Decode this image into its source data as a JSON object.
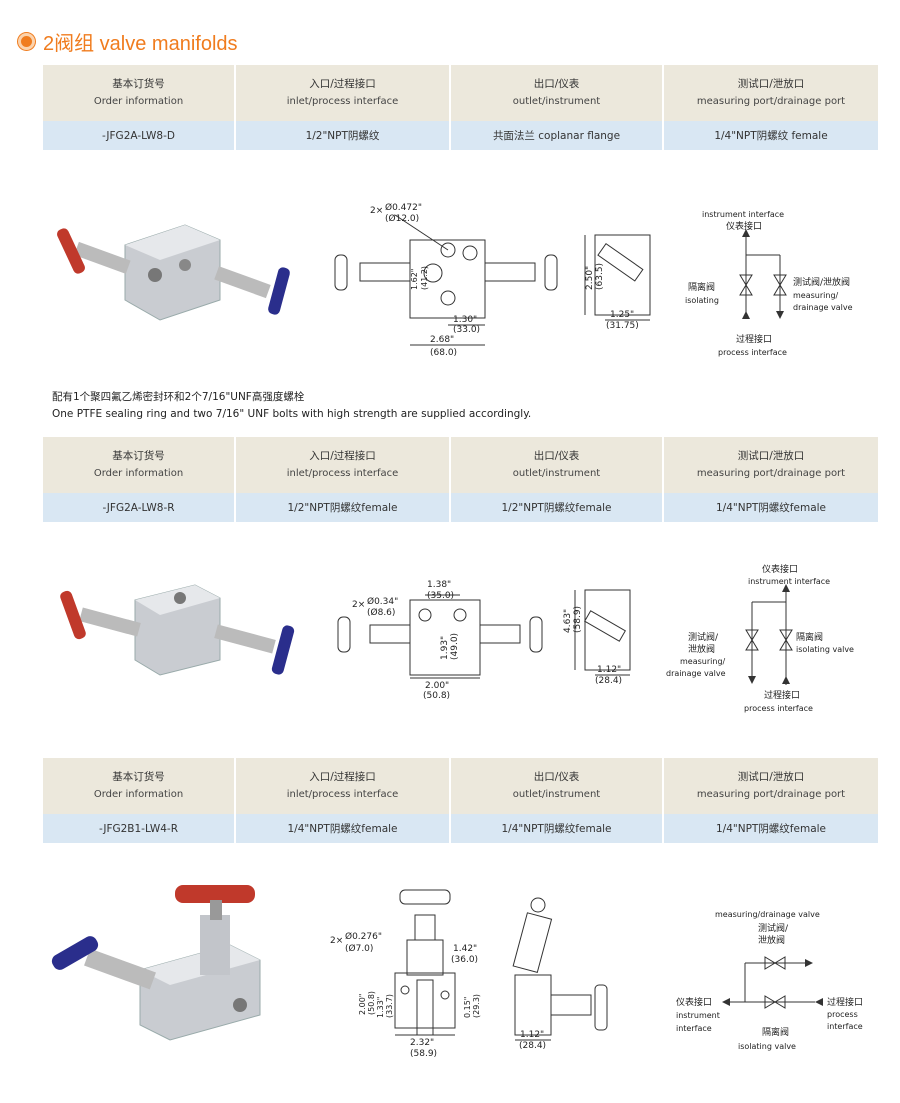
{
  "title": "2阀组  valve manifolds",
  "headers": {
    "order": {
      "cn": "基本订货号",
      "en": "Order information"
    },
    "inlet": {
      "cn": "入口/过程接口",
      "en": "inlet/process interface"
    },
    "outlet": {
      "cn": "出口/仪表",
      "en": "outlet/instrument"
    },
    "port": {
      "cn": "测试口/泄放口",
      "en": "measuring port/drainage port"
    }
  },
  "sections": [
    {
      "order": "-JFG2A-LW8-D",
      "inlet": "1/2\"NPT阴螺纹",
      "outlet": "共面法兰 coplanar flange",
      "port": "1/4\"NPT阴螺纹 female",
      "dims": {
        "hole": "Ø0.472\"",
        "hole_mm": "(Ø12.0)",
        "times": "2×",
        "d1": "1.62\"",
        "d1mm": "(41.2)",
        "d2": "1.30\"",
        "d2mm": "(33.0)",
        "d3": "2.68\"",
        "d3mm": "(68.0)",
        "d4": "2.50\"",
        "d4mm": "(63.5)",
        "d5": "1.25\"",
        "d5mm": "(31.75)"
      },
      "schematic": {
        "top_en": "instrument interface",
        "top_cn": "仪表接口",
        "left_cn": "隔离阀",
        "left_en": "isolating",
        "right_cn": "测试阀/泄放阀",
        "right_en1": "measuring/",
        "right_en2": "drainage valve",
        "bottom_cn": "过程接口",
        "bottom_en": "process interface"
      }
    },
    {
      "order": "-JFG2A-LW8-R",
      "inlet": "1/2\"NPT阴螺纹female",
      "outlet": "1/2\"NPT阴螺纹female",
      "port": "1/4\"NPT阴螺纹female",
      "dims": {
        "hole": "Ø0.34\"",
        "hole_mm": "(Ø8.6)",
        "times": "2×",
        "d1": "1.38\"",
        "d1mm": "(35.0)",
        "d2": "1.93\"",
        "d2mm": "(49.0)",
        "d3": "2.00\"",
        "d3mm": "(50.8)",
        "d4": "4.63\"",
        "d4mm": "(58.9)",
        "d5": "1.12\"",
        "d5mm": "(28.4)"
      },
      "schematic": {
        "top_cn": "仪表接口",
        "top_en": "instrument interface",
        "left_cn1": "测试阀/",
        "left_cn2": "泄放阀",
        "left_en1": "measuring/",
        "left_en2": "drainage valve",
        "right_cn": "隔离阀",
        "right_en": "isolating valve",
        "bottom_cn": "过程接口",
        "bottom_en": "process interface"
      }
    },
    {
      "order": "-JFG2B1-LW4-R",
      "inlet": "1/4\"NPT阴螺纹female",
      "outlet": "1/4\"NPT阴螺纹female",
      "port": "1/4\"NPT阴螺纹female",
      "dims": {
        "hole": "Ø0.276\"",
        "hole_mm": "(Ø7.0)",
        "times": "2×",
        "d1": "1.42\"",
        "d1mm": "(36.0)",
        "d2": "2.00\"",
        "d2mm": "(50.8)",
        "d3": "1.33\"",
        "d3mm": "(33.7)",
        "d4": "0.15\"",
        "d4mm": "(29.3)",
        "d5": "2.32\"",
        "d5mm": "(58.9)",
        "d6": "1.12\"",
        "d6mm": "(28.4)"
      },
      "schematic": {
        "top_en": "measuring/drainage valve",
        "top_cn1": "测试阀/",
        "top_cn2": "泄放阀",
        "left_cn": "仪表接口",
        "left_en1": "instrument",
        "left_en2": "interface",
        "right_cn": "过程接口",
        "right_en1": "process",
        "right_en2": "interface",
        "bottom_cn": "隔离阀",
        "bottom_en": "isolating valve"
      }
    }
  ],
  "note": {
    "cn": "配有1个聚四氟乙烯密封环和2个7/16\"UNF高强度螺栓",
    "en": "One PTFE sealing ring and two 7/16\" UNF bolts with high strength are supplied accordingly."
  }
}
